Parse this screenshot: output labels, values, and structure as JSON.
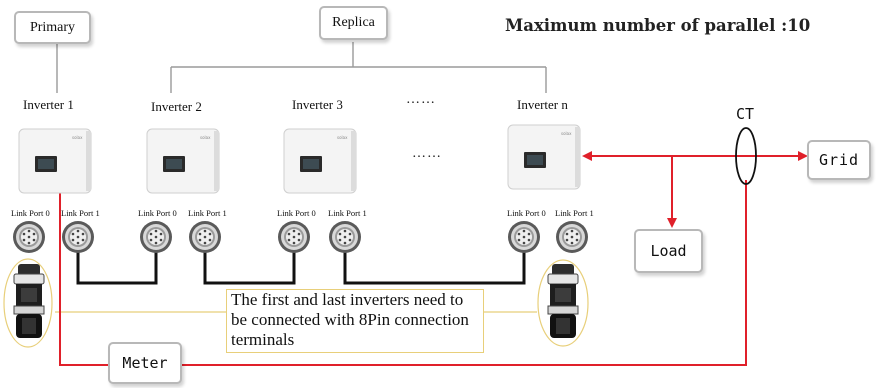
{
  "header": {
    "title": "Maximum number of parallel :10"
  },
  "roles": {
    "primary": "Primary",
    "replica": "Replica"
  },
  "inverters": [
    {
      "label": "Inverter 1"
    },
    {
      "label": "Inverter 2"
    },
    {
      "label": "Inverter 3"
    },
    {
      "label": "Inverter n"
    }
  ],
  "ellipsis": {
    "label_row": "……",
    "unit_row": "……"
  },
  "ports": {
    "port0": "Link Port 0",
    "port1": "Link Port 1"
  },
  "nodes": {
    "ct": "CT",
    "grid": "Grid",
    "load": "Load",
    "meter": "Meter"
  },
  "note": {
    "text": "The first and last inverters need to be connected with 8Pin connection terminals"
  },
  "colors": {
    "power_line": "#e0202a",
    "link_cable": "#111111",
    "hierarchy_line": "#9a9a9a",
    "box_border": "#b8b8b8",
    "note_border": "#e8cf7a",
    "connector_ring": "#e8cf7a"
  }
}
